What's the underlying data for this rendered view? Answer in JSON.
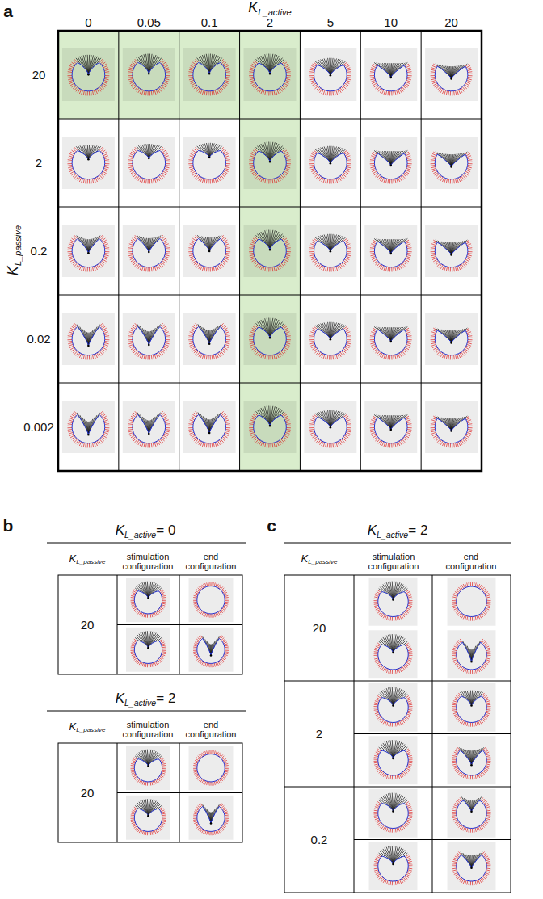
{
  "diagram": {
    "labels": [
      "a",
      "K",
      "L_active",
      "0",
      "0.05",
      "0.1",
      "2",
      "5",
      "10",
      "20",
      "K",
      "L_passive",
      "20",
      "2",
      "0.2",
      "0.02",
      "0.002",
      "b",
      "K",
      "L_active",
      "= 0",
      "K",
      "L_passive",
      "stimulation configuration",
      "end configuration",
      "20",
      "K",
      "L_active",
      "= 2",
      "K",
      "L_passive",
      "stimulation configuration",
      "end configuration",
      "20",
      "c",
      "K",
      "L_active",
      "= 2",
      "K",
      "L_passive",
      "stimulation configuration",
      "end configuration",
      "20",
      "2",
      "0.2"
    ]
  }
}
